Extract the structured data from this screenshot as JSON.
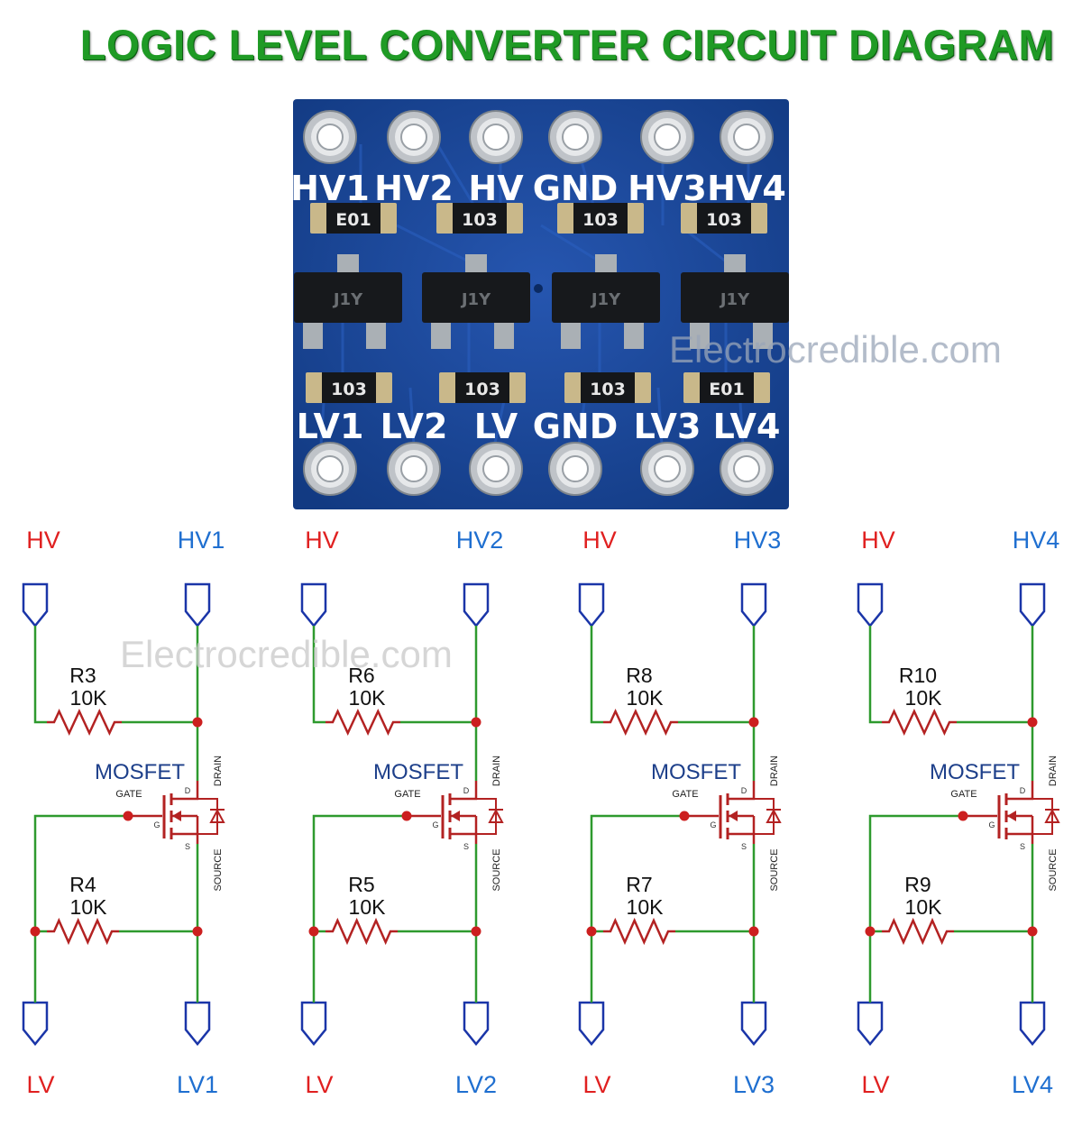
{
  "title": "LOGIC LEVEL CONVERTER CIRCUIT DIAGRAM",
  "watermark": "Electrocredible.com",
  "colors": {
    "title_green": "#1f9a25",
    "wire_green": "#2e9a2e",
    "component": "#b32222",
    "junction": "#cc1f1f",
    "hv_label": "#e02020",
    "channel_label": "#1f6fd0",
    "port_outline": "#1a35a8",
    "board_blue": "#1c4a9e"
  },
  "board": {
    "top_pin_labels": [
      "HV1",
      "HV2",
      "HV",
      "GND",
      "HV3",
      "HV4"
    ],
    "bottom_pin_labels": [
      "LV1",
      "LV2",
      "LV",
      "GND",
      "LV3",
      "LV4"
    ],
    "top_resistor_marks": [
      "E01",
      "103",
      "103",
      "103"
    ],
    "bottom_resistor_marks": [
      "103",
      "103",
      "103",
      "E01"
    ],
    "mosfet_marks": [
      "J1Y",
      "J1Y",
      "J1Y",
      "J1Y"
    ]
  },
  "mosfet_pin_labels": {
    "gate": "GATE",
    "drain": "DRAIN",
    "source": "SOURCE",
    "d": "D",
    "g": "G",
    "s": "S"
  },
  "channels": [
    {
      "hv": "HV",
      "hv_channel": "HV1",
      "lv": "LV",
      "lv_channel": "LV1",
      "top_resistor": "R3",
      "top_value": "10K",
      "bottom_resistor": "R4",
      "bottom_value": "10K",
      "mosfet_label": "MOSFET"
    },
    {
      "hv": "HV",
      "hv_channel": "HV2",
      "lv": "LV",
      "lv_channel": "LV2",
      "top_resistor": "R6",
      "top_value": "10K",
      "bottom_resistor": "R5",
      "bottom_value": "10K",
      "mosfet_label": "MOSFET"
    },
    {
      "hv": "HV",
      "hv_channel": "HV3",
      "lv": "LV",
      "lv_channel": "LV3",
      "top_resistor": "R8",
      "top_value": "10K",
      "bottom_resistor": "R7",
      "bottom_value": "10K",
      "mosfet_label": "MOSFET"
    },
    {
      "hv": "HV",
      "hv_channel": "HV4",
      "lv": "LV",
      "lv_channel": "LV4",
      "top_resistor": "R10",
      "top_value": "10K",
      "bottom_resistor": "R9",
      "bottom_value": "10K",
      "mosfet_label": "MOSFET"
    }
  ]
}
